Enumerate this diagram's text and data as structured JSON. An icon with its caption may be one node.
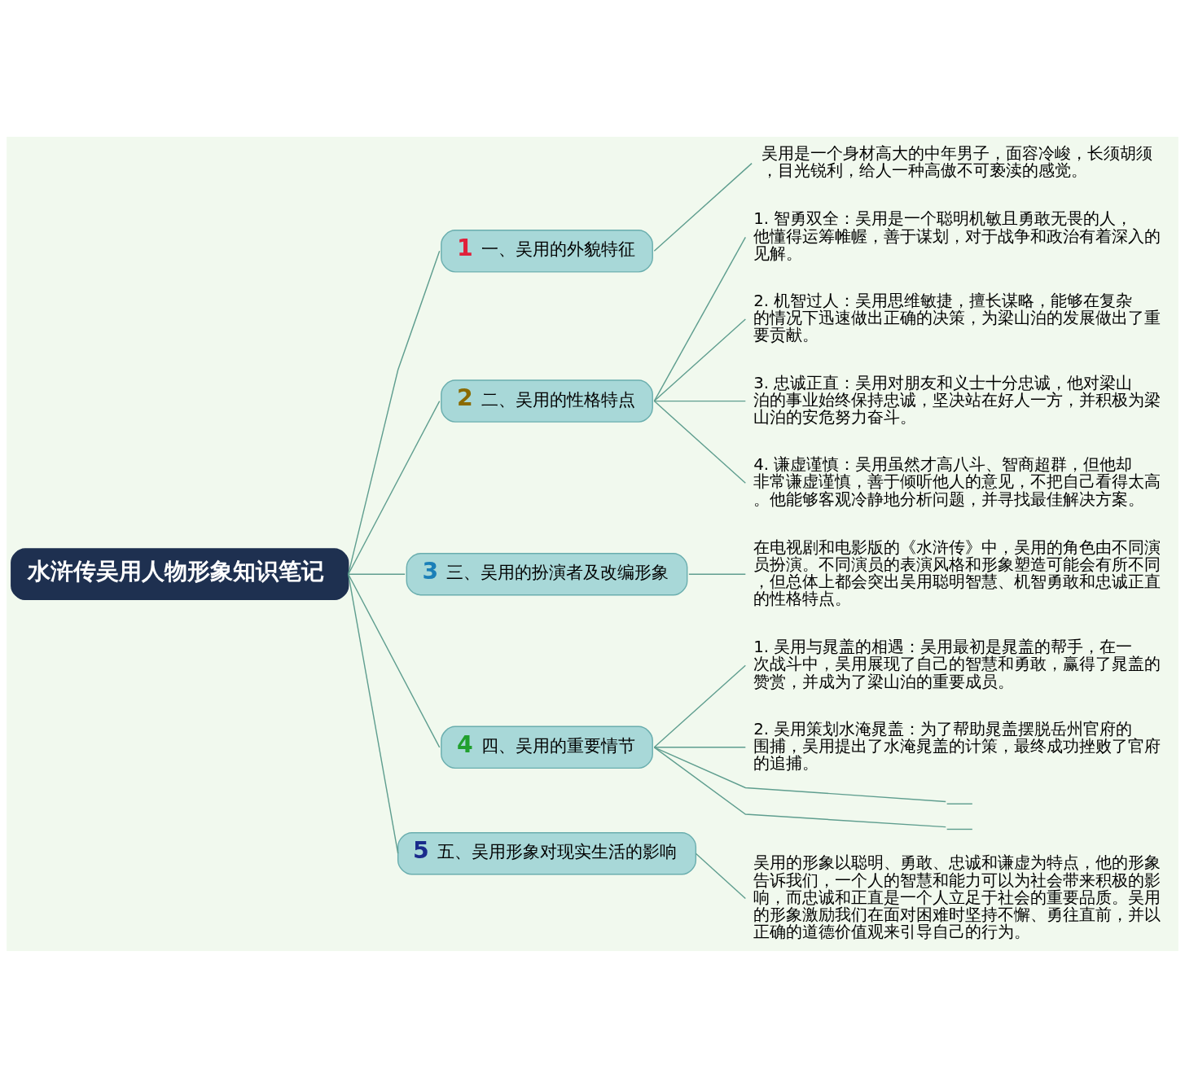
{
  "diagram": {
    "nodes": [
      {
        "text": [
          "水浒传吴用人物形象知识笔记"
        ]
      },
      {
        "text": [
          "1",
          "一、吴用的外貌特征"
        ]
      },
      {
        "text": [
          "吴用是一个身材高大的中年男子，面容冷峻，长须胡须，目光锐利，给人一种高傲不可亵渎的感觉。"
        ]
      },
      {
        "text": [
          "2",
          "二、吴用的性格特点"
        ]
      },
      {
        "text": [
          "1. 智勇双全：吴用是一个聪明机敏且勇敢无畏的人，他懂得运筹帷幄，善于谋划，对于战争和政治有着深入的见解。"
        ]
      },
      {
        "text": [
          "2. 机智过人：吴用思维敏捷，擅长谋略，能够在复杂的情况下迅速做出正确的决策，为梁山泊的发展做出了重要贡献。"
        ]
      },
      {
        "text": [
          "3. 忠诚正直：吴用对朋友和义士十分忠诚，他对梁山泊的事业始终保持忠诚，坚决站在好人一方，并积极为梁山泊的安危努力奋斗。"
        ]
      },
      {
        "text": [
          "4. 谦虚谨慎：吴用虽然才高八斗、智商超群，但他却非常谦虚谨慎，善于倾听他人的意见，不把自己看得太高。他能够客观冷静地分析问题，并寻找最佳解决方案。"
        ]
      },
      {
        "text": [
          "3",
          "三、吴用的扮演者及改编形象"
        ]
      },
      {
        "text": [
          "在电视剧和电影版的《水浒传》中，吴用的角色由不同演员扮演。不同演员的表演风格和形象塑造可能会有所不同，但总体上都会突出吴用聪明智慧、机智勇敢和忠诚正直的性格特点。"
        ]
      },
      {
        "text": [
          "4",
          "四、吴用的重要情节"
        ]
      },
      {
        "text": [
          "1. 吴用与晁盖的相遇：吴用最初是晁盖的帮手，在一次战斗中，吴用展现了自己的智慧和勇敢，赢得了晁盖的赞赏，并成为了梁山泊的重要成员。"
        ]
      },
      {
        "text": [
          "2. 吴用策划水淹晁盖：为了帮助晁盖摆脱岳州官府的围捕，吴用提出了水淹晁盖的计策，最终成功挫败了官府的追捕。"
        ]
      },
      {
        "text": [],
        "shape": "line"
      },
      {
        "text": [],
        "shape": "line"
      },
      {
        "text": [
          "5",
          "五、吴用形象对现实生活的影响"
        ]
      },
      {
        "text": [
          "吴用的形象以聪明、勇敢、忠诚和谦虚为特点，他的形象告诉我们，一个人的智慧和能力可以为社会带来积极的影响，而忠诚和正直是一个人立足于社会的重要品质。吴用的形象激励我们在面对困难时坚持不懈、勇往直前，并以正确的道德价值观来引导自己的行为。"
        ]
      }
    ],
    "edges": [
      {
        "from": 0,
        "to": 1,
        "arrow": "none"
      },
      {
        "from": 1,
        "to": 2,
        "arrow": "none"
      },
      {
        "from": 0,
        "to": 3,
        "arrow": "none"
      },
      {
        "from": 3,
        "to": 4,
        "arrow": "none"
      },
      {
        "from": 3,
        "to": 5,
        "arrow": "none"
      },
      {
        "from": 3,
        "to": 6,
        "arrow": "none"
      },
      {
        "from": 3,
        "to": 7,
        "arrow": "none"
      },
      {
        "from": 0,
        "to": 8,
        "arrow": "none"
      },
      {
        "from": 8,
        "to": 9,
        "arrow": "none"
      },
      {
        "from": 0,
        "to": 10,
        "arrow": "none"
      },
      {
        "from": 10,
        "to": 11,
        "arrow": "none"
      },
      {
        "from": 10,
        "to": 12,
        "arrow": "none"
      },
      {
        "from": 10,
        "to": 13,
        "arrow": "none"
      },
      {
        "from": 10,
        "to": 14,
        "arrow": "none"
      },
      {
        "from": 0,
        "to": 15,
        "arrow": "none"
      },
      {
        "from": 15,
        "to": 16,
        "arrow": "none"
      }
    ]
  }
}
